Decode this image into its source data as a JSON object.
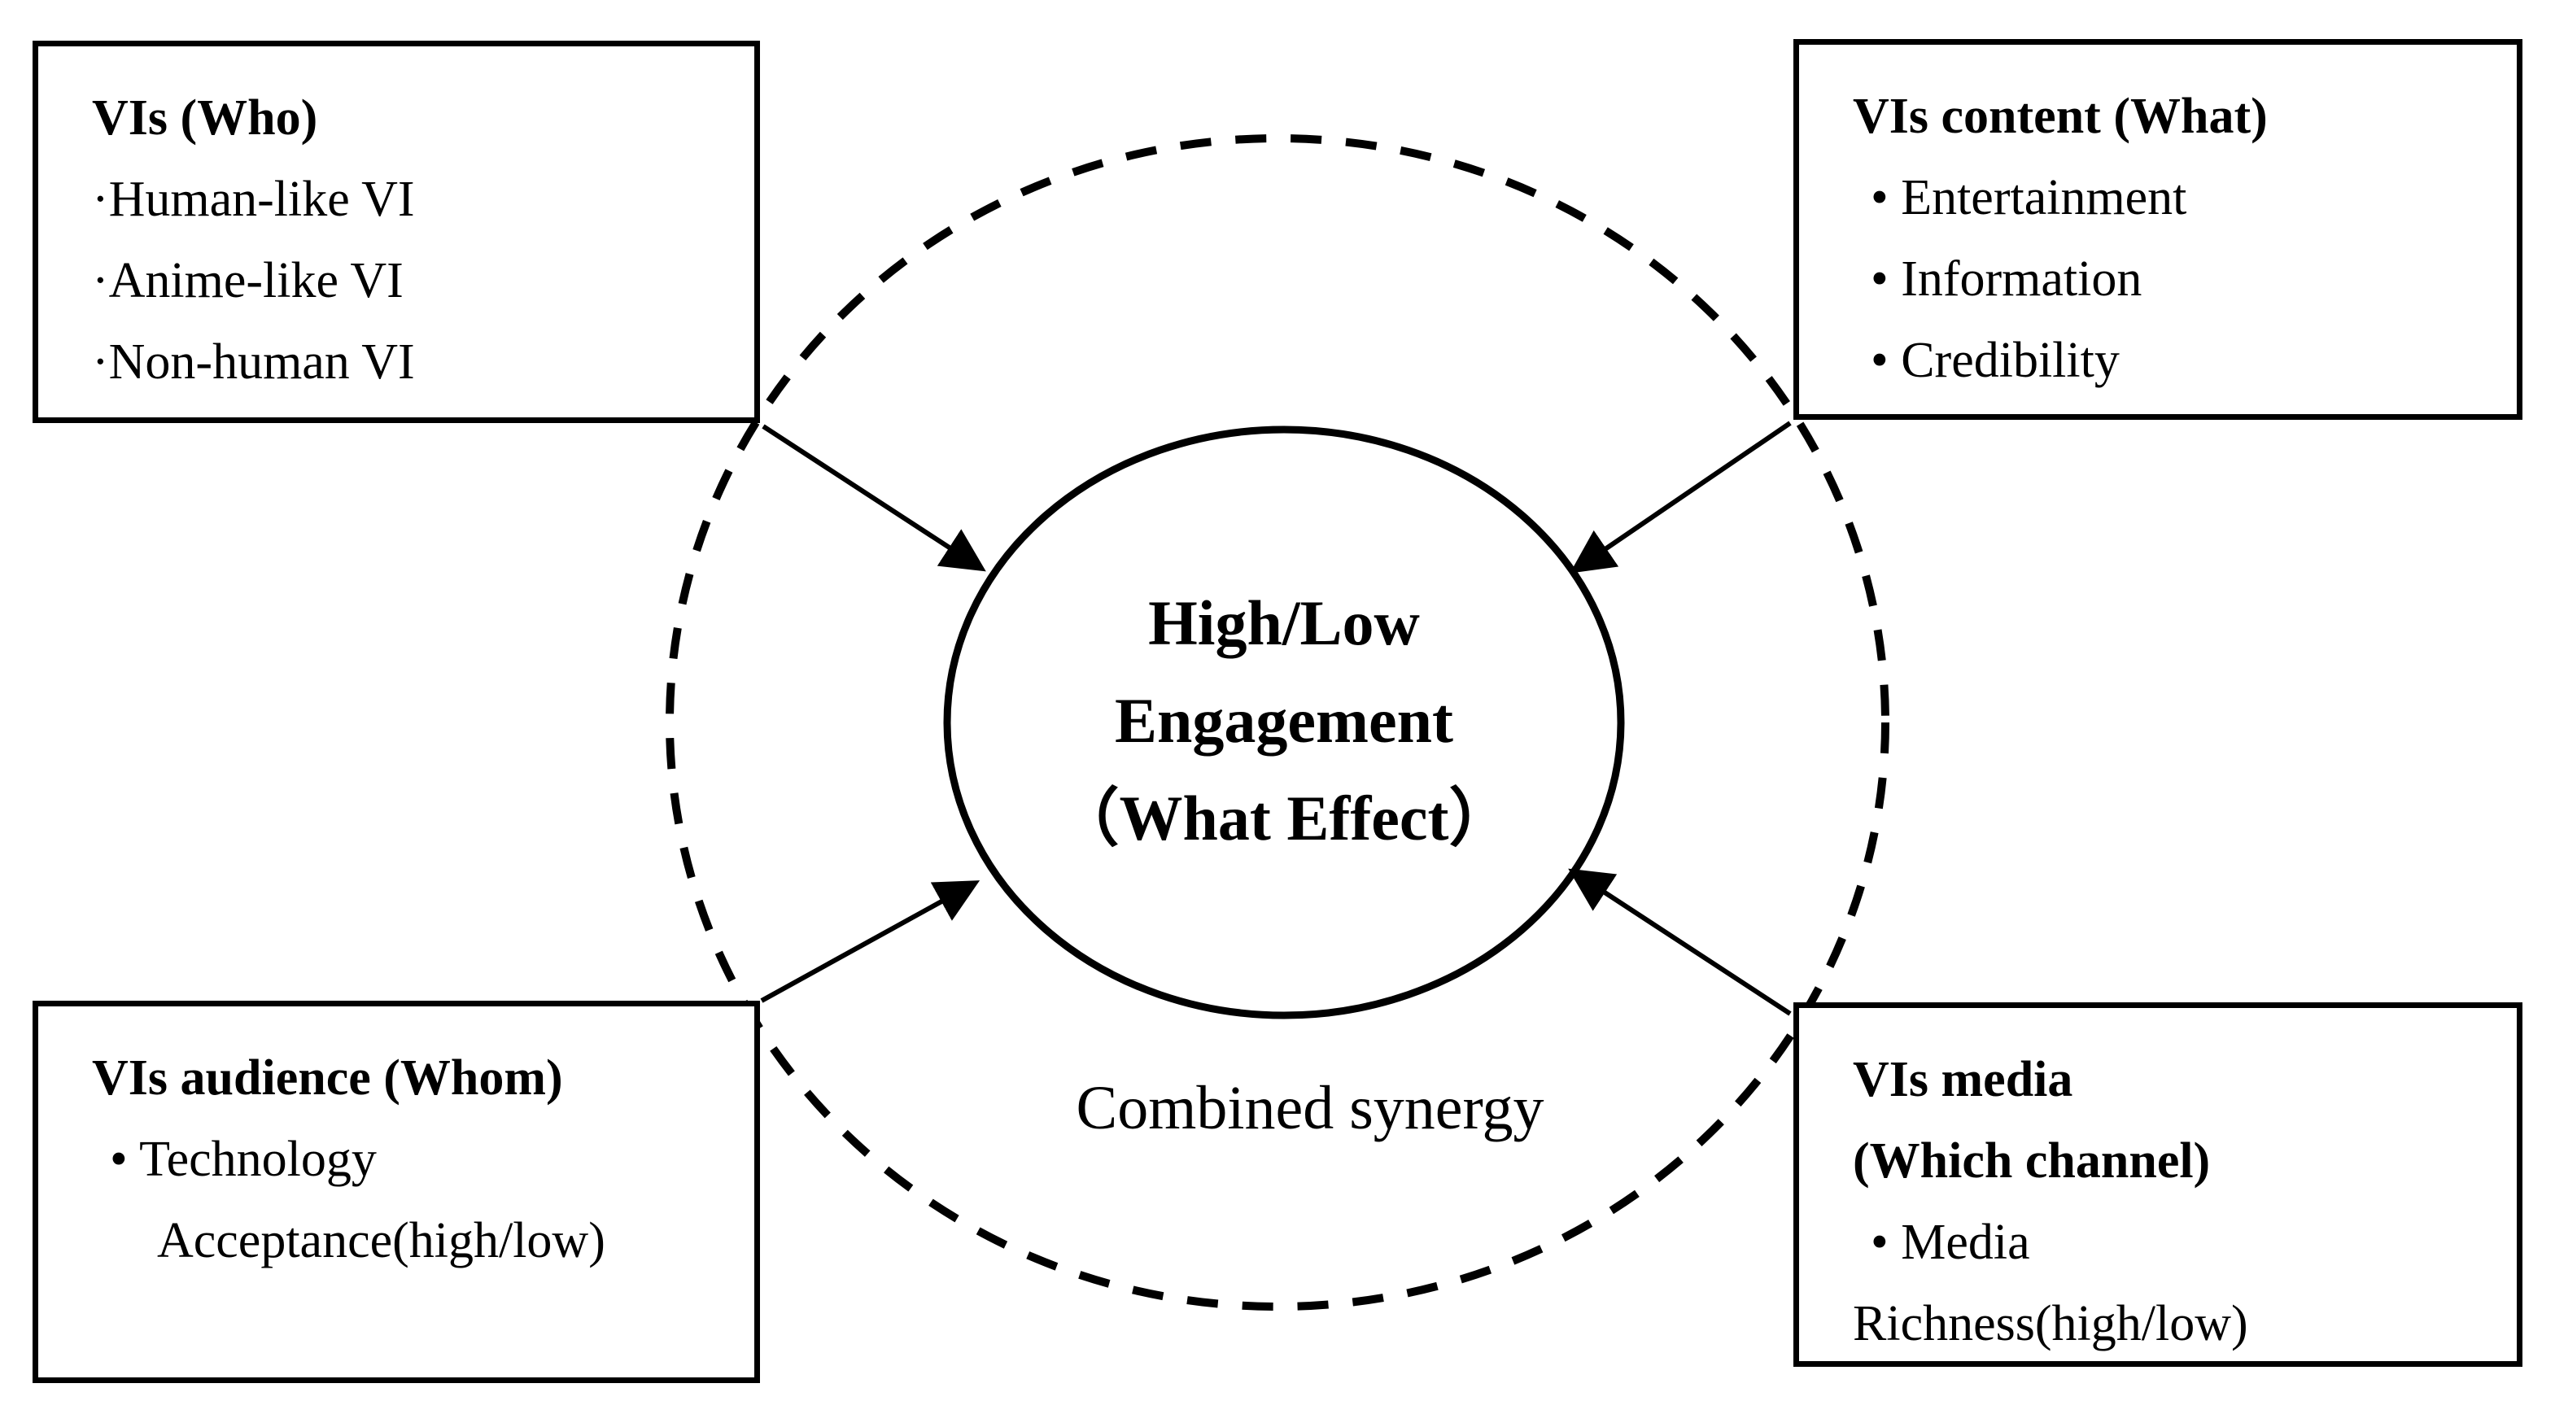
{
  "figure": {
    "boxes": {
      "who": {
        "title": "VIs (Who)",
        "items": [
          "·Human-like VI",
          "·Anime-like VI",
          "·Non-human VI"
        ]
      },
      "content": {
        "title": "VIs content (What)",
        "items": [
          "• Entertainment",
          "• Information",
          "• Credibility"
        ]
      },
      "audience": {
        "title": "VIs audience (Whom)",
        "items": [
          "• Technology",
          "Acceptance(high/low)"
        ]
      },
      "media": {
        "title_lines": [
          "VIs media",
          "(Which channel)"
        ],
        "items": [
          "• Media",
          "Richness(high/low)"
        ]
      }
    },
    "center": {
      "lines": [
        "High/Low",
        "Engagement",
        "（What Effect）"
      ]
    },
    "synergy_label": "Combined synergy",
    "colors": {
      "ink": "#000000",
      "background": "#ffffff"
    }
  }
}
